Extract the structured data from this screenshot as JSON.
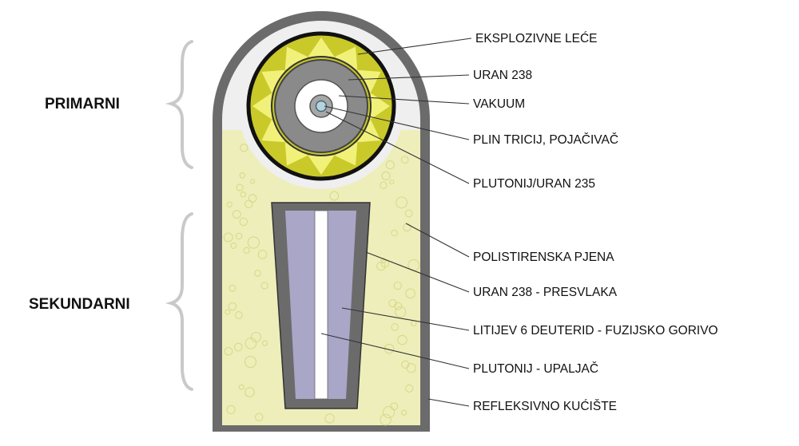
{
  "side_labels": {
    "primary": "PRIMARNI",
    "secondary": "SEKUNDARNI"
  },
  "callouts": [
    {
      "text": "EKSPLOZIVNE LEĆE",
      "part": "explosive-lenses"
    },
    {
      "text": "URAN 238",
      "part": "uranium-238-tamper"
    },
    {
      "text": "VAKUUM",
      "part": "vacuum"
    },
    {
      "text": "PLIN TRICIJ, POJAČIVAČ",
      "part": "tritium-booster"
    },
    {
      "text": "PLUTONIJ/URAN 235",
      "part": "pit-core"
    },
    {
      "text": "POLISTIRENSKA PJENA",
      "part": "polystyrene-foam"
    },
    {
      "text": "URAN 238  - PRESVLAKA",
      "part": "uranium-238-pusher"
    },
    {
      "text": "LITIJEV 6 DEUTERID  - FUZIJSKO GORIVO",
      "part": "lithium-deuteride"
    },
    {
      "text": "PLUTONIJ - UPALJAČ",
      "part": "sparkplug"
    },
    {
      "text": "REFLEKSIVNO KUĆIŠTE",
      "part": "radiation-case"
    }
  ],
  "colors": {
    "casing": "#6b6b6b",
    "casing_interior": "#efefef",
    "foam": "#eeeebb",
    "foam_bubble": "#d9d98a",
    "lens_ring": "#c9c92a",
    "lens_triangle": "#f1f17a",
    "tamper": "#8a8a8a",
    "vacuum": "#ffffff",
    "core": "#b9d3dc",
    "fuel": "#aaa6c8",
    "sparkplug": "#ffffff",
    "brace": "#c9c9c9"
  }
}
